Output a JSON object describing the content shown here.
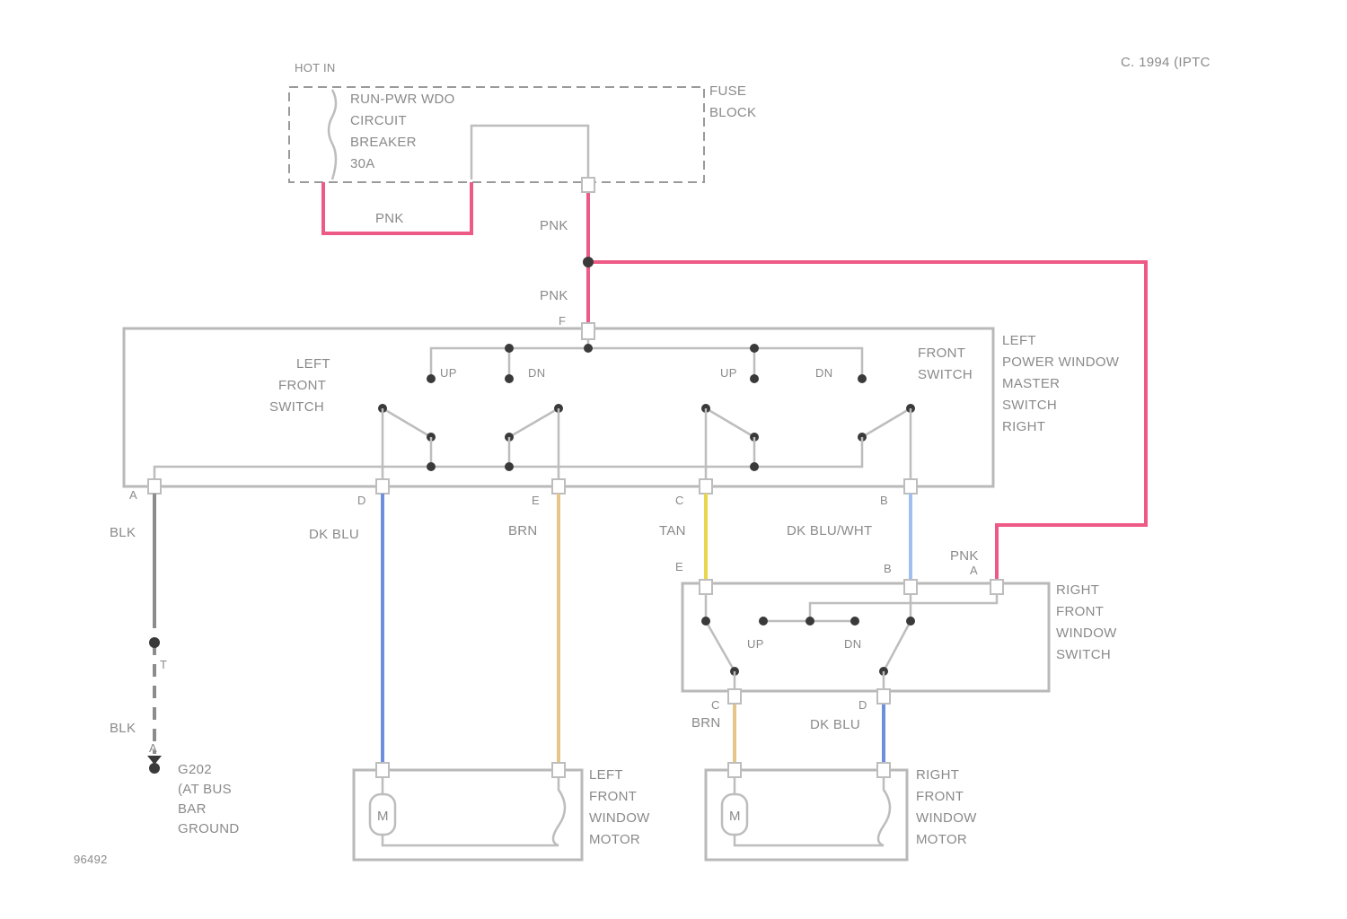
{
  "copyright": "C. 1994 (IPTC",
  "figure_id": "96492",
  "fuse_block": {
    "hot_label": "HOT IN",
    "block_label_1": "FUSE",
    "block_label_2": "BLOCK",
    "breaker_lines": [
      "RUN-PWR WDO",
      "CIRCUIT",
      "BREAKER",
      "30A"
    ]
  },
  "wire_colors": {
    "pink": "#ee5a86",
    "dk_blu": "#6e8fdc",
    "brn": "#e6c58a",
    "tan": "#ead64a",
    "dk_blu_wht": "#9fbff0",
    "blk": "#8c8c8c"
  },
  "wires": {
    "pnk_1": "PNK",
    "pnk_2": "PNK",
    "pnk_3": "PNK",
    "pnk_4": "PNK",
    "blk_1": "BLK",
    "blk_2": "BLK",
    "dk_blu_1": "DK BLU",
    "brn_1": "BRN",
    "tan_1": "TAN",
    "dk_blu_wht": "DK BLU/WHT",
    "brn_2": "BRN",
    "dk_blu_2": "DK BLU"
  },
  "master_switch": {
    "label_lines": [
      "LEFT",
      "POWER WINDOW",
      "MASTER",
      "SWITCH",
      "RIGHT"
    ],
    "left_front_lines": [
      "LEFT",
      "FRONT",
      "SWITCH"
    ],
    "right_front_lines": [
      "FRONT",
      "SWITCH"
    ],
    "up_1": "UP",
    "dn_1": "DN",
    "up_2": "UP",
    "dn_2": "DN",
    "pins": {
      "f": "F",
      "a": "A",
      "d": "D",
      "e": "E",
      "c": "C",
      "b": "B"
    }
  },
  "right_switch": {
    "label_lines": [
      "RIGHT",
      "FRONT",
      "WINDOW",
      "SWITCH"
    ],
    "up": "UP",
    "dn": "DN",
    "pins": {
      "e": "E",
      "b": "B",
      "a": "A",
      "c": "C",
      "d": "D"
    }
  },
  "left_motor": {
    "symbol": "M",
    "label_lines": [
      "LEFT",
      "FRONT",
      "WINDOW",
      "MOTOR"
    ]
  },
  "right_motor": {
    "symbol": "M",
    "label_lines": [
      "RIGHT",
      "FRONT",
      "WINDOW",
      "MOTOR"
    ]
  },
  "ground": {
    "label_lines": [
      "G202",
      "(AT BUS",
      "BAR",
      "GROUND"
    ],
    "connector_top": "T",
    "connector_bot": "A"
  }
}
